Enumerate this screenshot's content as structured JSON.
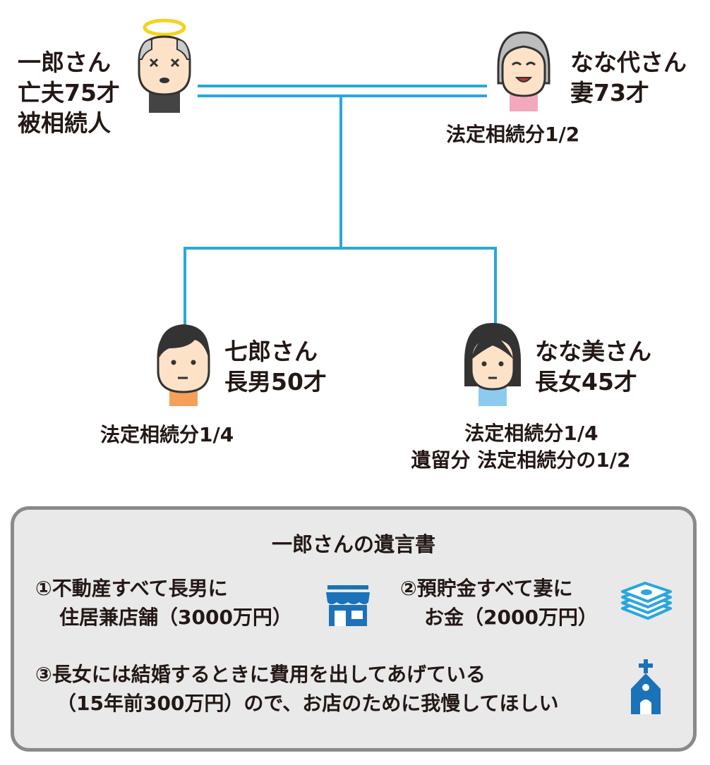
{
  "persons": {
    "ichiro": {
      "lines": [
        "一郎さん",
        "亡夫75才",
        "被相続人"
      ],
      "icon": "deceased-grandfather-icon"
    },
    "nanayo": {
      "lines": [
        "なな代さん",
        "妻73才"
      ],
      "share": "法定相続分1/2",
      "icon": "grandmother-icon"
    },
    "shichiro": {
      "lines": [
        "七郎さん",
        "長男50才"
      ],
      "share": "法定相続分1/4",
      "icon": "son-icon"
    },
    "nanami": {
      "lines": [
        "なな美さん",
        "長女45才"
      ],
      "share_lines": [
        "法定相続分1/4",
        "遺留分 法定相続分の1/2"
      ],
      "icon": "daughter-icon"
    }
  },
  "will": {
    "title": "一郎さんの遺言書",
    "items": [
      {
        "num": "①",
        "lines": [
          "不動産すべて長男に",
          "住居兼店舗（3000万円）"
        ],
        "icon": "shop-icon"
      },
      {
        "num": "②",
        "lines": [
          "預貯金すべて妻に",
          "お金（2000万円）"
        ],
        "icon": "money-stack-icon"
      },
      {
        "num": "③",
        "lines": [
          "長女には結婚するときに費用を出してあげている",
          "（15年前300万円）ので、お店のために我慢してほしい"
        ],
        "icon": "church-icon"
      }
    ]
  },
  "colors": {
    "line": "#2aa6de",
    "icon_blue": "#1b72b8",
    "box_bg": "#e9e9e9",
    "box_border": "#8a8a8a",
    "son_shirt": "#f4a05a",
    "daughter_shirt": "#8ccbee",
    "wife_shirt": "#f2a9bd",
    "husband_shirt": "#444444"
  }
}
